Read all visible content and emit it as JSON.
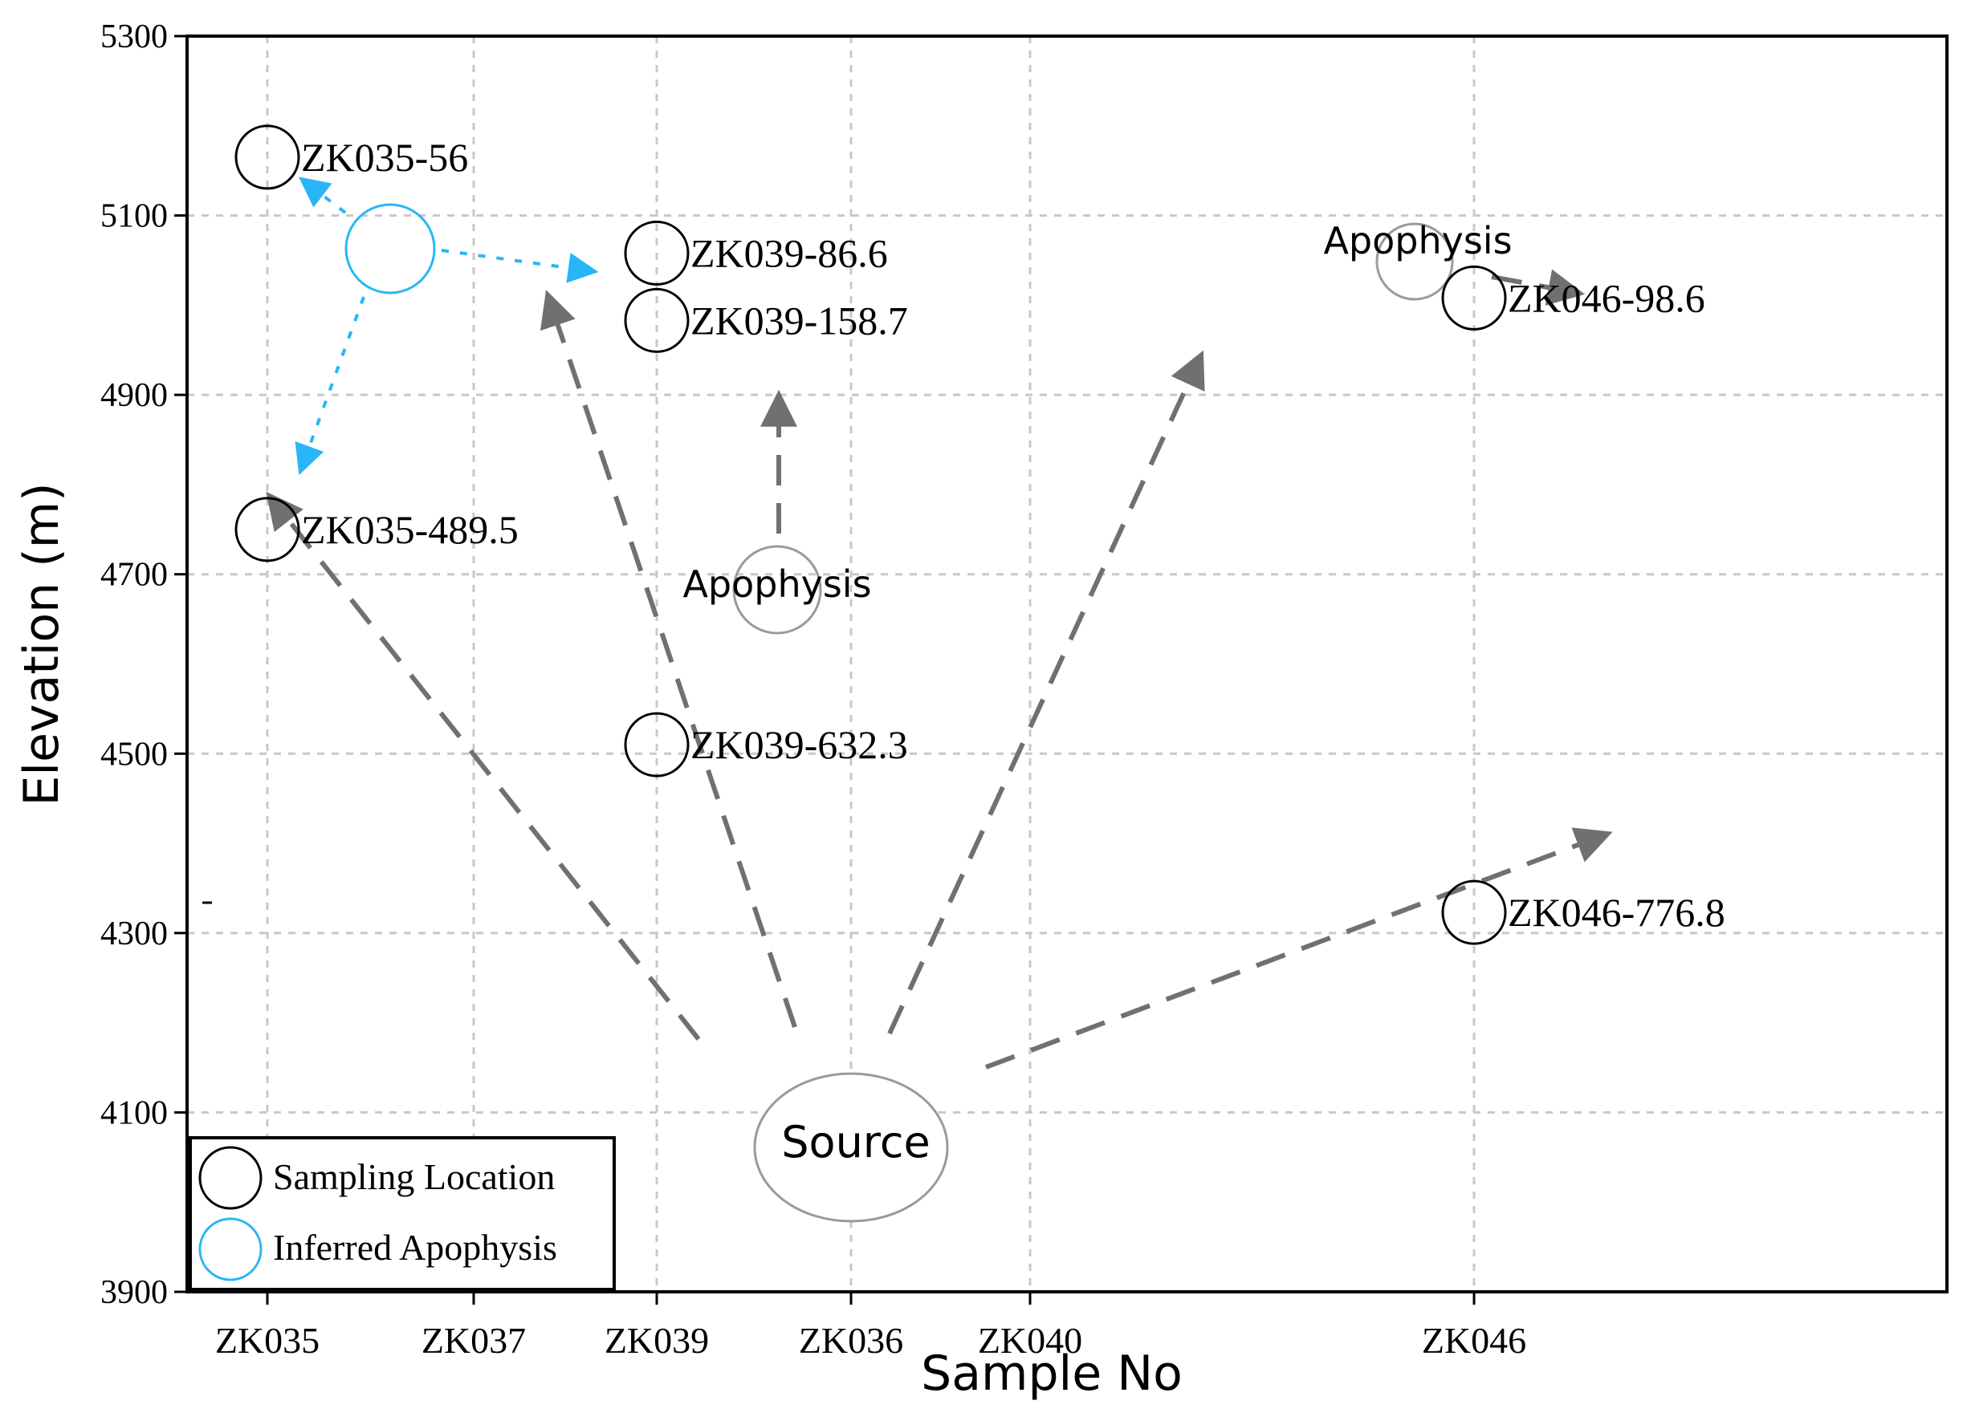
{
  "chart_data": {
    "type": "scatter",
    "xlabel": "Sample No",
    "ylabel": "Elevation (m)",
    "categories": [
      "ZK035",
      "ZK037",
      "ZK039",
      "ZK036",
      "ZK040",
      "ZK046"
    ],
    "y_ticks": [
      3900,
      4100,
      4300,
      4500,
      4700,
      4900,
      5100,
      5300
    ],
    "ylim": [
      3900,
      5300
    ],
    "grid": true,
    "legend_position": "bottom-left",
    "legend": [
      {
        "label": "Sampling Location",
        "color": "#000000"
      },
      {
        "label": "Inferred Apophysis",
        "color": "#29b6f6"
      }
    ],
    "samples": [
      {
        "label": "ZK035-56",
        "category": "ZK035",
        "elevation": 5165
      },
      {
        "label": "ZK035-489.5",
        "category": "ZK035",
        "elevation": 4750
      },
      {
        "label": "ZK039-86.6",
        "category": "ZK039",
        "elevation": 5058
      },
      {
        "label": "ZK039-158.7",
        "category": "ZK039",
        "elevation": 4983
      },
      {
        "label": "ZK039-632.3",
        "category": "ZK039",
        "elevation": 4510
      },
      {
        "label": "ZK046-98.6",
        "category": "ZK046",
        "elevation": 5008
      },
      {
        "label": "ZK046-776.8",
        "category": "ZK046",
        "elevation": 4323
      }
    ],
    "annotations": {
      "source": "Source",
      "apophysis_1": "Apophysis",
      "apophysis_2": "Apophysis"
    },
    "colors": {
      "axis": "#000000",
      "grid": "#c8c8c8",
      "sample": "#000000",
      "inferred": "#29b6f6",
      "arrow": "#707070",
      "apophysis": "#9a9a9a"
    }
  }
}
